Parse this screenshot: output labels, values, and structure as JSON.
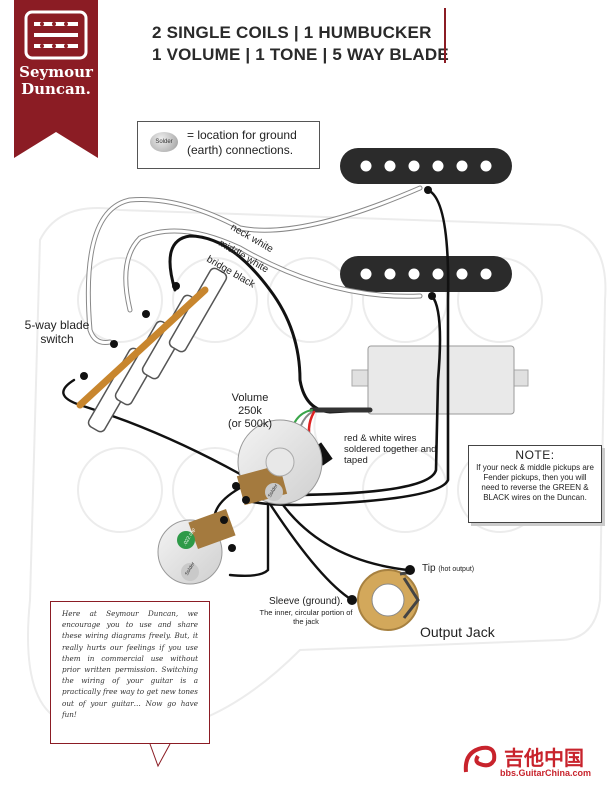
{
  "title": {
    "line1": "2 SINGLE COILS | 1 HUMBUCKER",
    "line2": "1 VOLUME | 1 TONE | 5 WAY BLADE"
  },
  "brand": {
    "line1": "Seymour",
    "line2": "Duncan.",
    "color": "#8b1c24"
  },
  "legend": {
    "solder_label": "Solder",
    "text": "= location for ground (earth) connections."
  },
  "wires": {
    "neck": "neck white",
    "middle": "middle white",
    "bridge": "bridge black",
    "red_white_note": "red & white wires soldered together and taped"
  },
  "switch": {
    "label": "5-way blade switch"
  },
  "volume": {
    "label_line1": "Volume",
    "label_line2": "250k",
    "label_line3": "(or 500k)"
  },
  "pot_labels": {
    "cap": ".022 cap",
    "solder": "Solder"
  },
  "note": {
    "title": "NOTE:",
    "body": "If your neck & middle pickups are Fender pickups, then you will need to reverse the GREEN & BLACK wires on the Duncan."
  },
  "jack": {
    "tip_label": "Tip",
    "tip_sub": "(hot output)",
    "sleeve_label": "Sleeve (ground).",
    "sleeve_sub": "The inner, circular portion of the jack",
    "title": "Output Jack"
  },
  "quote": "Here at Seymour Duncan, we encourage you to use and share these wiring diagrams freely. But, it really hurts our feelings if you use them in commercial use without prior written permission. Switching the wiring of your guitar is a practically free way to get new tones out of your guitar… Now go have fun!",
  "watermark": {
    "cn": "吉他中国",
    "url": "bbs.GuitarChina.com"
  }
}
